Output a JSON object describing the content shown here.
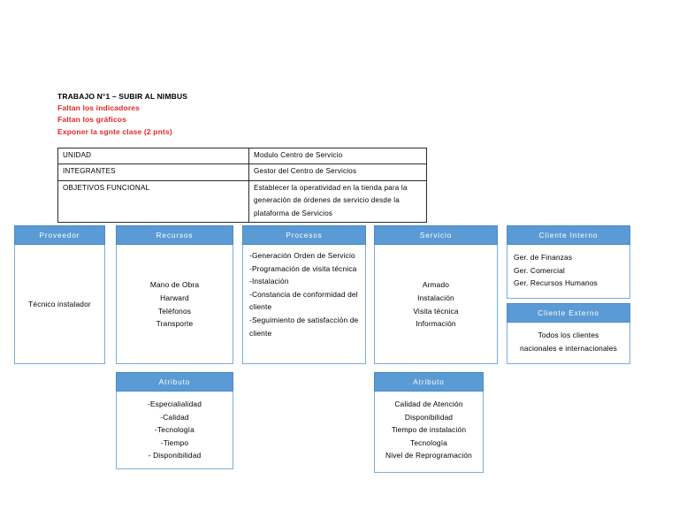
{
  "heading": {
    "title": "TRABAJO N°1 – SUBIR AL NIMBUS",
    "notes": [
      "Faltan los indicadores",
      "Faltan los gráficos",
      "Exponer la sgnte clase (2 pnts)"
    ],
    "title_color": "#000000",
    "note_color": "#e8262a"
  },
  "info_table": {
    "rows": [
      {
        "label": "UNIDAD",
        "value": "Modulo Centro de Servicio"
      },
      {
        "label": "INTEGRANTES",
        "value": "Gestor del Centro de Servicios"
      },
      {
        "label": "OBJETIVOS FUNCIONAL",
        "value": "Establecer la operatividad en la tienda para la generación de órdenes de servicio desde la plataforma de Servicios"
      }
    ]
  },
  "diagram": {
    "header_color": "#5b9bd5",
    "border_color": "#7aadde",
    "boxes": {
      "proveedor": {
        "header": "Proveedor",
        "items": [
          "Técnico instalador"
        ]
      },
      "recursos": {
        "header": "Recursos",
        "items": [
          "Mano de Obra",
          "Harward",
          "Teléfonos",
          "Transporte"
        ]
      },
      "procesos": {
        "header": "Procesos",
        "items": [
          "-Generación Orden de Servicio",
          "-Programación de visita técnica",
          "-Instalación",
          "-Constancia de conformidad del cliente",
          "-Seguimiento de satisfacción de cliente"
        ]
      },
      "servicio": {
        "header": "Servicio",
        "items": [
          "Armado",
          "Instalación",
          "Visita técnica",
          "Información"
        ]
      },
      "cliente_interno": {
        "header": "Cliente Interno",
        "items": [
          "Ger. de Finanzas",
          "Ger. Comercial",
          "Ger. Recursos Humanos"
        ]
      },
      "cliente_externo": {
        "header": "Cliente Externo",
        "items": [
          "Todos los clientes",
          "nacionales e internacionales"
        ]
      },
      "atributo_recursos": {
        "header": "Atributo",
        "items": [
          "-Especialialidad",
          "-Calidad",
          "-Tecnología",
          "-Tiempo",
          "- Disponibilidad"
        ]
      },
      "atributo_servicio": {
        "header": "Atributo",
        "items": [
          "Calidad de Atención",
          "Disponibilidad",
          "Tiempo de instalación",
          "Tecnología",
          "Nivel de Reprogramación"
        ]
      }
    }
  }
}
